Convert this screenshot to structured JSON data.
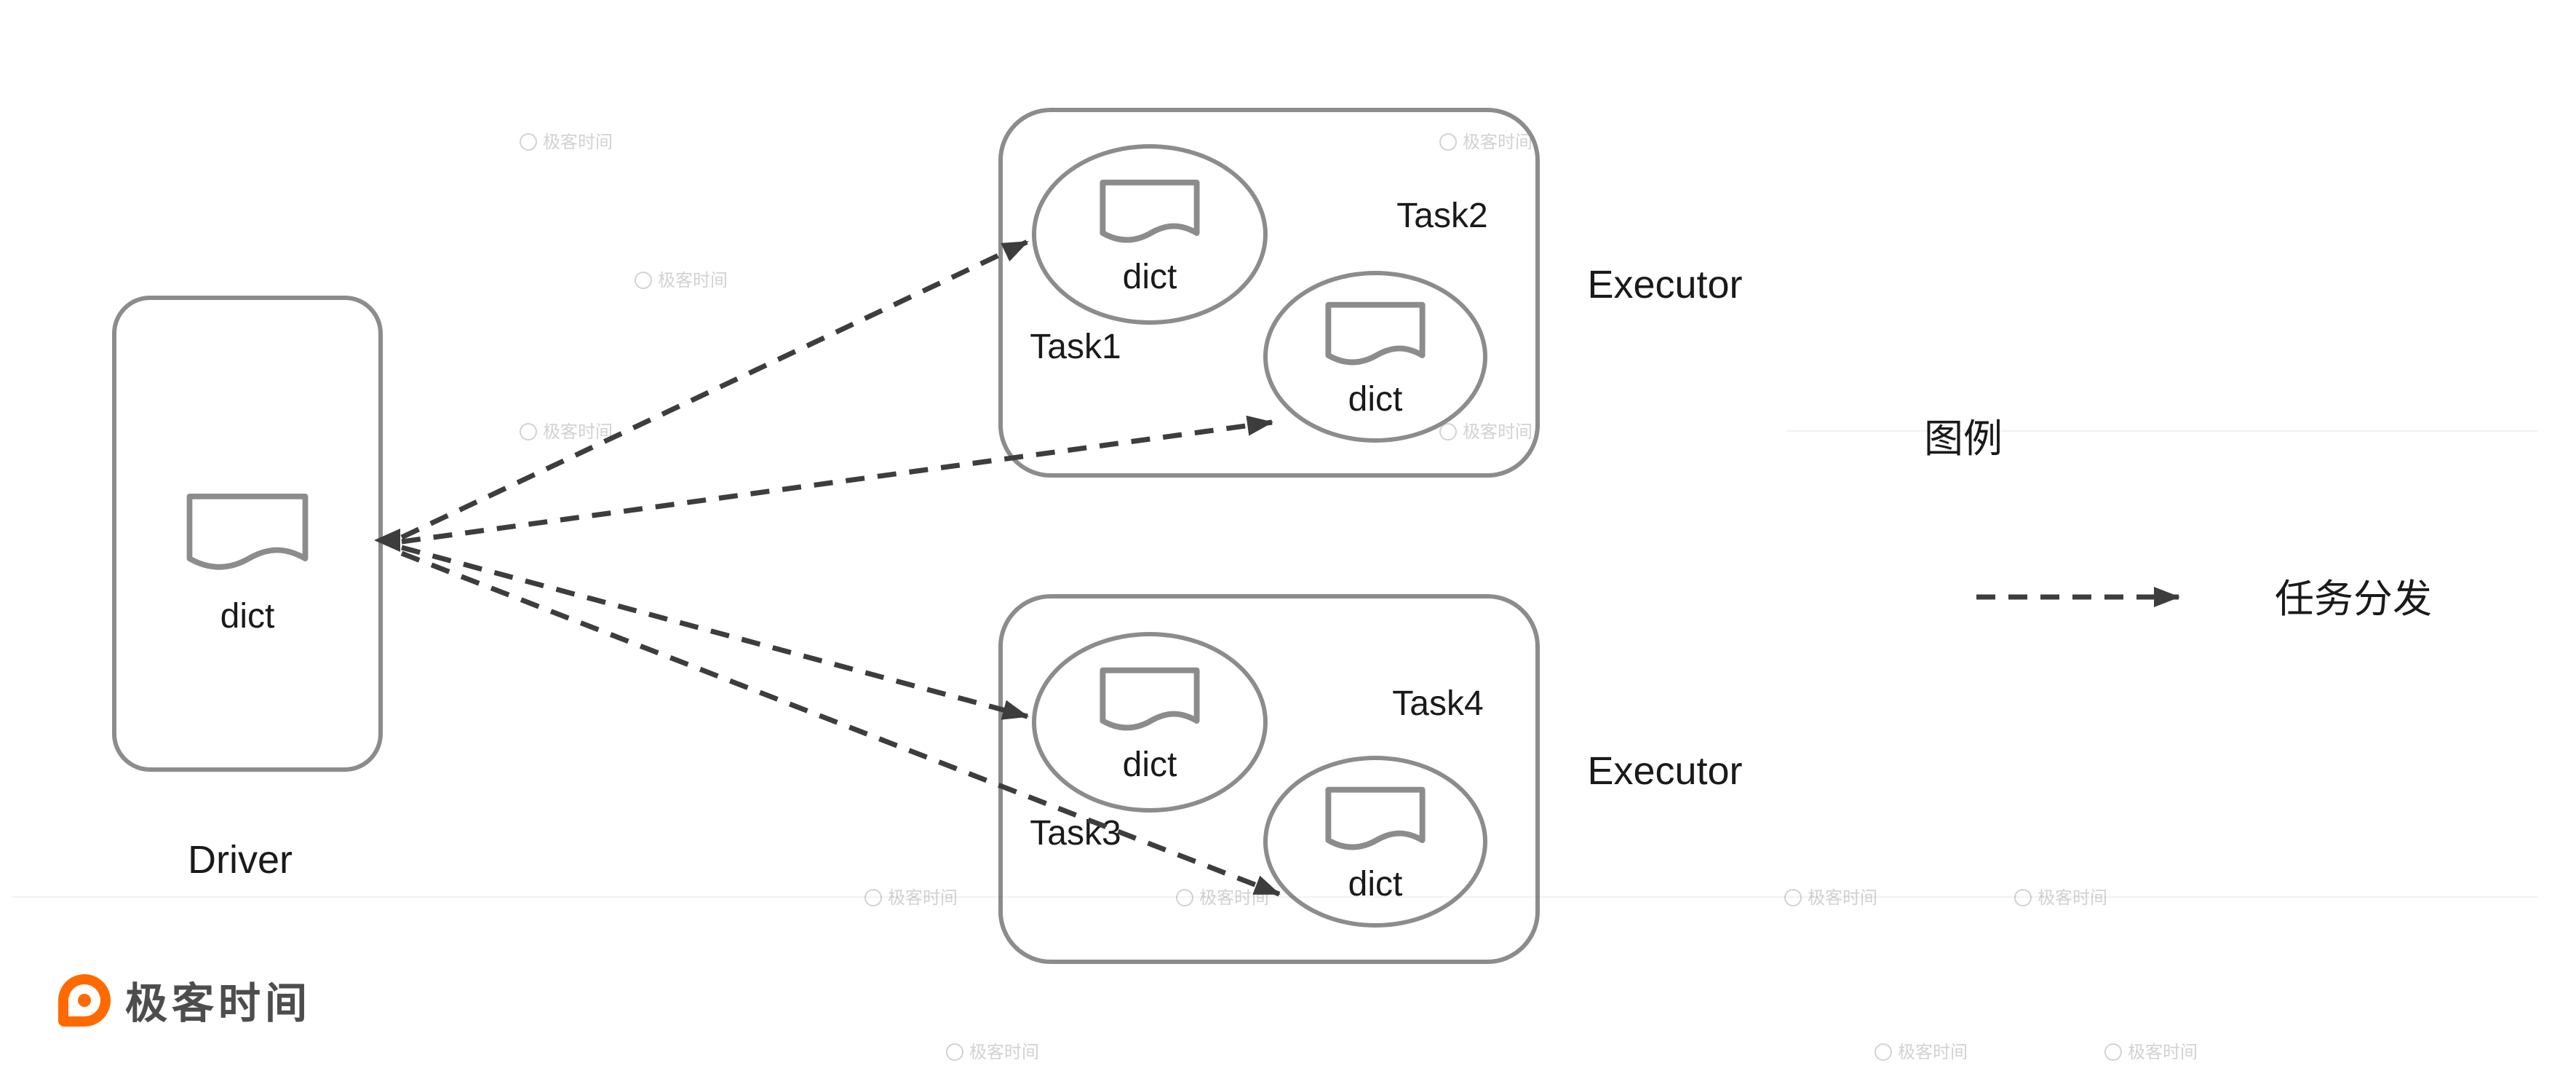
{
  "driver": {
    "label": "Driver",
    "dict_label": "dict"
  },
  "executors": [
    {
      "label": "Executor",
      "tasks": [
        {
          "name": "Task1",
          "dict": "dict"
        },
        {
          "name": "Task2",
          "dict": "dict"
        }
      ]
    },
    {
      "label": "Executor",
      "tasks": [
        {
          "name": "Task3",
          "dict": "dict"
        },
        {
          "name": "Task4",
          "dict": "dict"
        }
      ]
    }
  ],
  "legend": {
    "title": "图例",
    "items": [
      {
        "label": "任务分发",
        "marker": "dashed-arrow"
      }
    ]
  },
  "watermark": {
    "text": "极客时间",
    "icon": "geektime-circle-logo"
  },
  "logo": {
    "text": "极客时间"
  },
  "colors": {
    "shape_border": "#8c8c8c",
    "arrow": "#3d3d3d",
    "text": "#1a1a1a",
    "logo_accent": "#ff6a00",
    "watermark": "#c3c3c3"
  }
}
